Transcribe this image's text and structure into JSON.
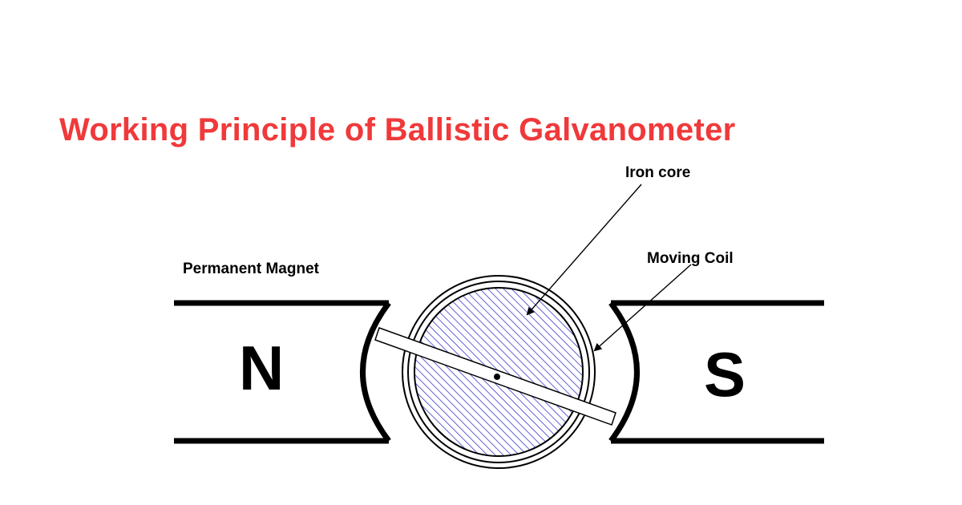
{
  "title": "Working Principle of Ballistic Galvanometer",
  "labels": {
    "iron_core": "Iron core",
    "moving_coil": "Moving Coil",
    "permanent_magnet": "Permanent Magnet"
  },
  "poles": {
    "north": "N",
    "south": "S"
  },
  "colors": {
    "title": "#f0393a",
    "hatch": "#3a3ad0",
    "stroke": "#000000"
  }
}
